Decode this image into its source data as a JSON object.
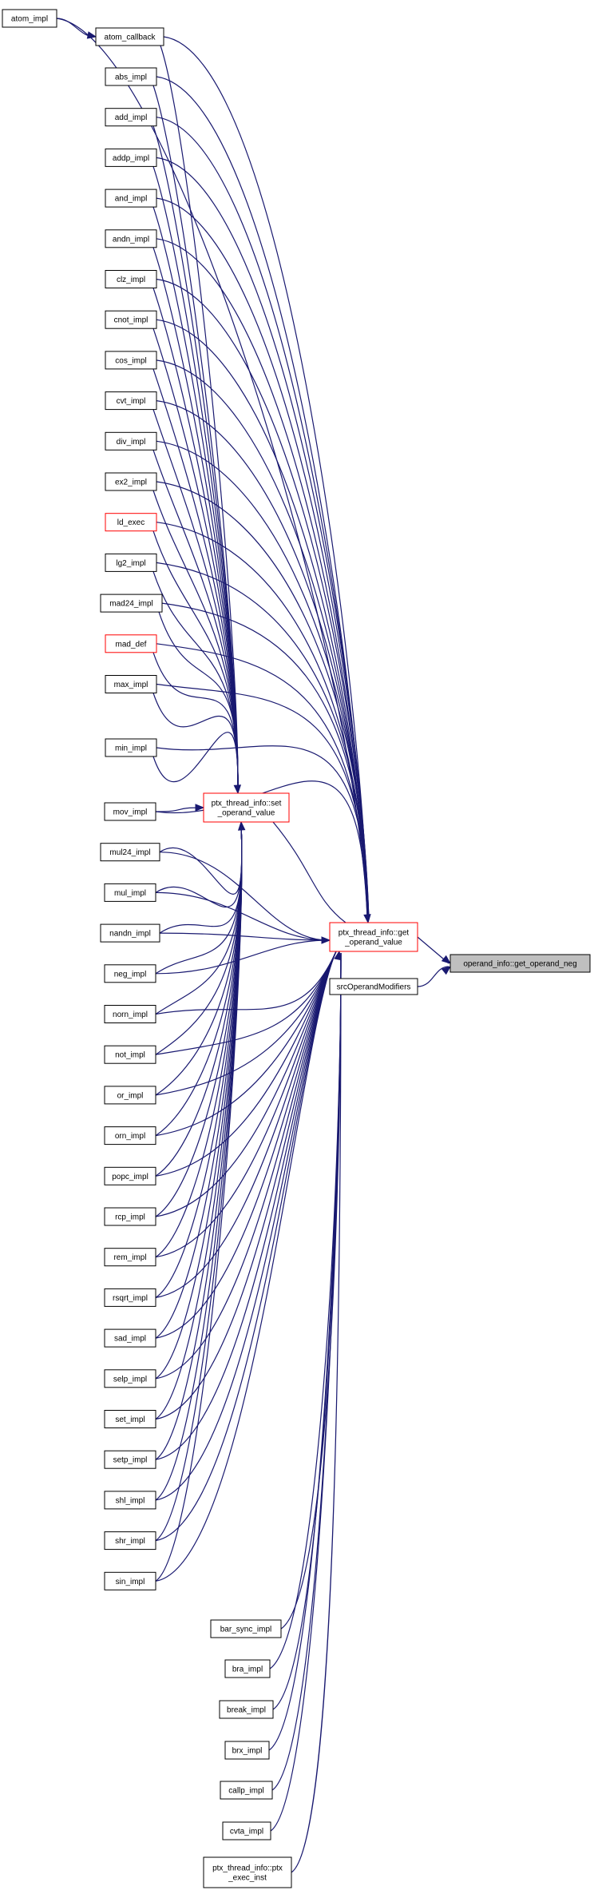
{
  "graph": {
    "focus_node": "operand_info::get_operand_neg",
    "colors": {
      "edge": "#191970",
      "node_border": "#000000",
      "link_error_border": "#ff0000",
      "focus_fill": "#bfbfbf"
    },
    "nodes": [
      {
        "id": "atom_impl",
        "lines": [
          "atom_impl"
        ]
      },
      {
        "id": "atom_callback",
        "lines": [
          "atom_callback"
        ]
      },
      {
        "id": "abs_impl",
        "lines": [
          "abs_impl"
        ]
      },
      {
        "id": "add_impl",
        "lines": [
          "add_impl"
        ]
      },
      {
        "id": "addp_impl",
        "lines": [
          "addp_impl"
        ]
      },
      {
        "id": "and_impl",
        "lines": [
          "and_impl"
        ]
      },
      {
        "id": "andn_impl",
        "lines": [
          "andn_impl"
        ]
      },
      {
        "id": "clz_impl",
        "lines": [
          "clz_impl"
        ]
      },
      {
        "id": "cnot_impl",
        "lines": [
          "cnot_impl"
        ]
      },
      {
        "id": "cos_impl",
        "lines": [
          "cos_impl"
        ]
      },
      {
        "id": "cvt_impl",
        "lines": [
          "cvt_impl"
        ]
      },
      {
        "id": "div_impl",
        "lines": [
          "div_impl"
        ]
      },
      {
        "id": "ex2_impl",
        "lines": [
          "ex2_impl"
        ]
      },
      {
        "id": "ld_exec",
        "lines": [
          "ld_exec"
        ],
        "red": true
      },
      {
        "id": "lg2_impl",
        "lines": [
          "lg2_impl"
        ]
      },
      {
        "id": "mad24_impl",
        "lines": [
          "mad24_impl"
        ]
      },
      {
        "id": "mad_def",
        "lines": [
          "mad_def"
        ],
        "red": true
      },
      {
        "id": "max_impl",
        "lines": [
          "max_impl"
        ]
      },
      {
        "id": "min_impl",
        "lines": [
          "min_impl"
        ]
      },
      {
        "id": "mov_impl",
        "lines": [
          "mov_impl"
        ]
      },
      {
        "id": "mul24_impl",
        "lines": [
          "mul24_impl"
        ]
      },
      {
        "id": "mul_impl",
        "lines": [
          "mul_impl"
        ]
      },
      {
        "id": "nandn_impl",
        "lines": [
          "nandn_impl"
        ]
      },
      {
        "id": "neg_impl",
        "lines": [
          "neg_impl"
        ]
      },
      {
        "id": "norn_impl",
        "lines": [
          "norn_impl"
        ]
      },
      {
        "id": "not_impl",
        "lines": [
          "not_impl"
        ]
      },
      {
        "id": "or_impl",
        "lines": [
          "or_impl"
        ]
      },
      {
        "id": "orn_impl",
        "lines": [
          "orn_impl"
        ]
      },
      {
        "id": "popc_impl",
        "lines": [
          "popc_impl"
        ]
      },
      {
        "id": "rcp_impl",
        "lines": [
          "rcp_impl"
        ]
      },
      {
        "id": "rem_impl",
        "lines": [
          "rem_impl"
        ]
      },
      {
        "id": "rsqrt_impl",
        "lines": [
          "rsqrt_impl"
        ]
      },
      {
        "id": "sad_impl",
        "lines": [
          "sad_impl"
        ]
      },
      {
        "id": "selp_impl",
        "lines": [
          "selp_impl"
        ]
      },
      {
        "id": "set_impl",
        "lines": [
          "set_impl"
        ]
      },
      {
        "id": "setp_impl",
        "lines": [
          "setp_impl"
        ]
      },
      {
        "id": "shl_impl",
        "lines": [
          "shl_impl"
        ]
      },
      {
        "id": "shr_impl",
        "lines": [
          "shr_impl"
        ]
      },
      {
        "id": "sin_impl",
        "lines": [
          "sin_impl"
        ]
      },
      {
        "id": "set_operand_value",
        "lines": [
          "ptx_thread_info::set",
          "_operand_value"
        ],
        "red": true
      },
      {
        "id": "get_operand_value",
        "lines": [
          "ptx_thread_info::get",
          "_operand_value"
        ],
        "red": true
      },
      {
        "id": "srcOperandModifiers",
        "lines": [
          "srcOperandModifiers"
        ]
      },
      {
        "id": "get_operand_neg",
        "lines": [
          "operand_info::get_operand_neg"
        ],
        "focus": true
      },
      {
        "id": "bar_sync_impl",
        "lines": [
          "bar_sync_impl"
        ]
      },
      {
        "id": "bra_impl",
        "lines": [
          "bra_impl"
        ]
      },
      {
        "id": "break_impl",
        "lines": [
          "break_impl"
        ]
      },
      {
        "id": "brx_impl",
        "lines": [
          "brx_impl"
        ]
      },
      {
        "id": "callp_impl",
        "lines": [
          "callp_impl"
        ]
      },
      {
        "id": "cvta_impl",
        "lines": [
          "cvta_impl"
        ]
      },
      {
        "id": "ptx_exec_inst",
        "lines": [
          "ptx_thread_info::ptx",
          "_exec_inst"
        ]
      }
    ]
  }
}
